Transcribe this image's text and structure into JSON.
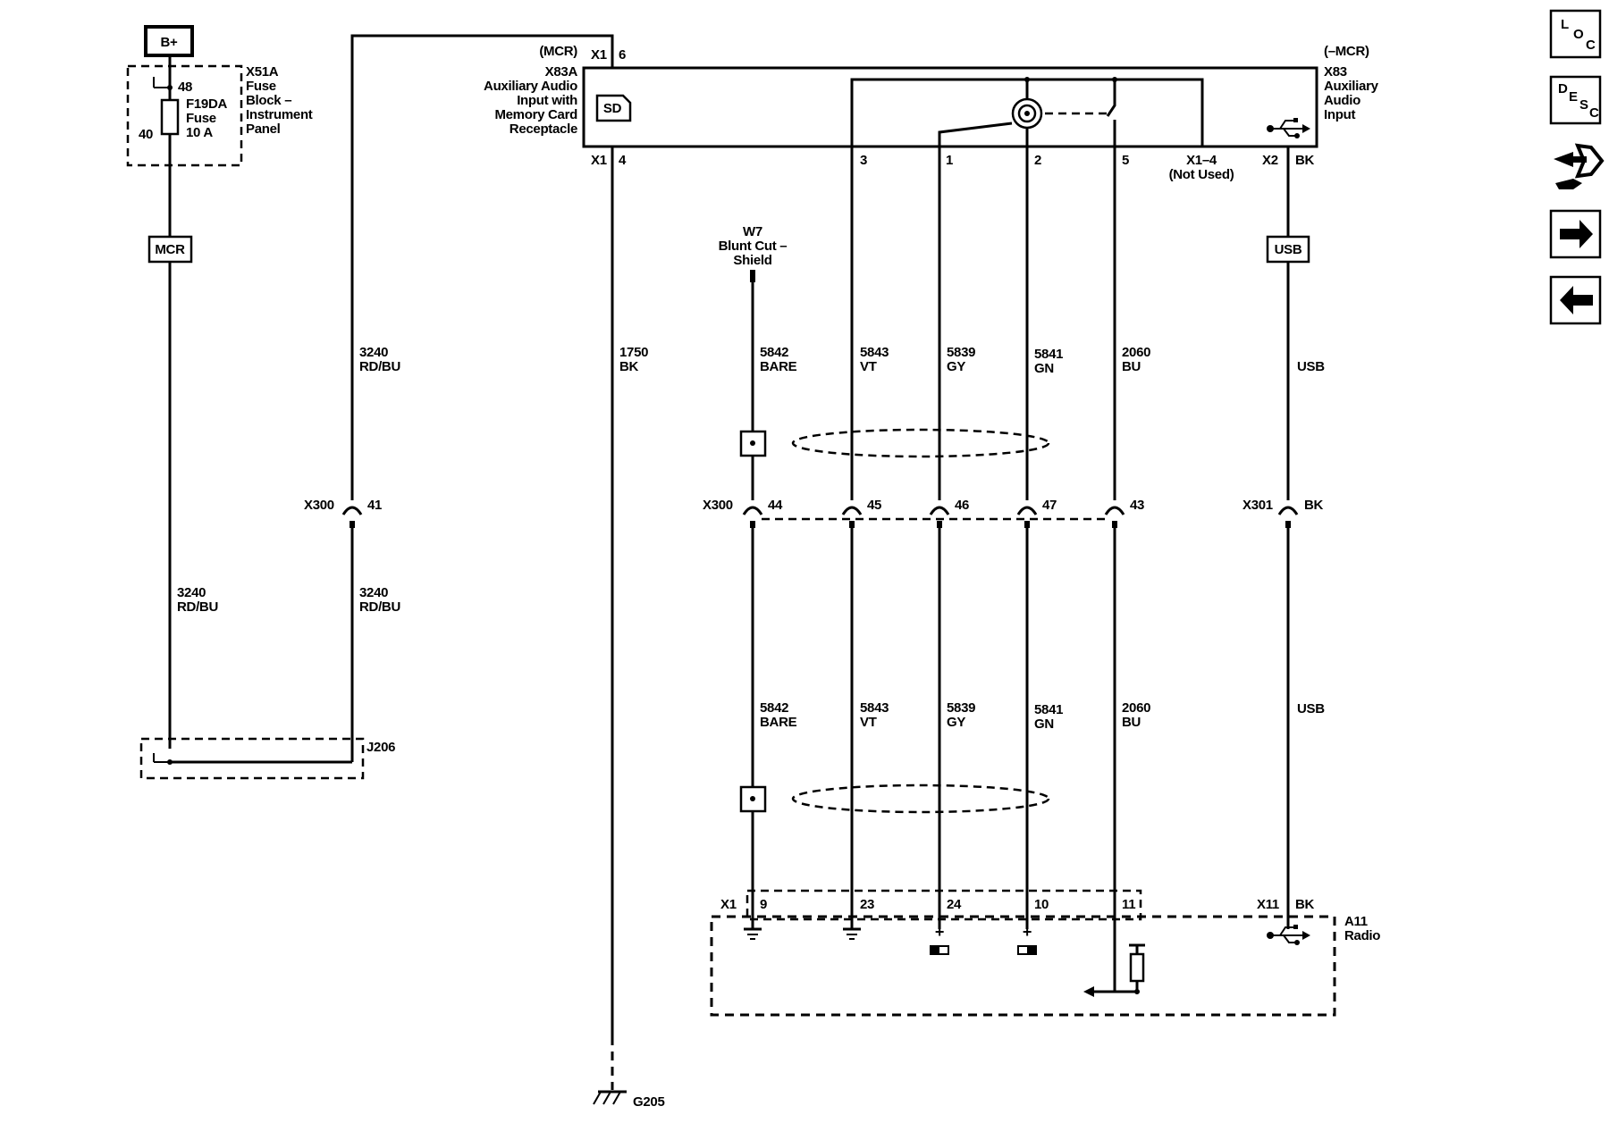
{
  "left": {
    "battery": "B+",
    "fuse_block": [
      "X51A",
      "Fuse",
      "Block –",
      "Instrument",
      "Panel"
    ],
    "fuse_pin_top": "48",
    "fuse_pin_left": "40",
    "fuse_name": [
      "F19DA",
      "Fuse",
      "10 A"
    ],
    "mcr_tag": "MCR",
    "wire_a": [
      "3240",
      "RD/BU"
    ],
    "splice": "J206"
  },
  "mid": {
    "wire_upper": [
      "3240",
      "RD/BU"
    ],
    "wire_lower": [
      "3240",
      "RD/BU"
    ],
    "x300": "X300",
    "pin41": "41",
    "x83a_tag": "(MCR)",
    "x1_top": "X1",
    "pin6": "6",
    "x83a_desc": [
      "X83A",
      "Auxiliary Audio",
      "Input with",
      "Memory Card",
      "Receptacle"
    ],
    "sd": "SD",
    "x1_bot": "X1",
    "pin4": "4",
    "gnd_wire": [
      "1750",
      "BK"
    ],
    "ground": "G205"
  },
  "x83": {
    "tag": "(–MCR)",
    "desc": [
      "X83",
      "Auxiliary",
      "Audio",
      "Input"
    ],
    "pins": [
      "3",
      "1",
      "2",
      "5"
    ],
    "unused": [
      "X1–4",
      "(Not Used)"
    ],
    "x2": "X2",
    "x2_color": "BK"
  },
  "shield": {
    "desc": [
      "W7",
      "Blunt Cut –",
      "Shield"
    ]
  },
  "wires_upper": [
    [
      "5842",
      "BARE"
    ],
    [
      "5843",
      "VT"
    ],
    [
      "5839",
      "GY"
    ],
    [
      "5841",
      "GN"
    ],
    [
      "2060",
      "BU"
    ]
  ],
  "wires_lower": [
    [
      "5842",
      "BARE"
    ],
    [
      "5843",
      "VT"
    ],
    [
      "5839",
      "GY"
    ],
    [
      "5841",
      "GN"
    ],
    [
      "2060",
      "BU"
    ]
  ],
  "x300b": {
    "label": "X300",
    "pins": [
      "44",
      "45",
      "46",
      "47",
      "43"
    ]
  },
  "usb": {
    "tag": "USB",
    "wire_upper": "USB",
    "wire_lower": "USB",
    "x301": "X301",
    "x301_color": "BK"
  },
  "radio": {
    "x1": "X1",
    "pins": [
      "9",
      "23",
      "24",
      "10",
      "11"
    ],
    "x11": "X11",
    "x11_color": "BK",
    "desc": [
      "A11",
      "Radio"
    ],
    "plus": "+"
  },
  "nav": {
    "loc": [
      "L",
      "O",
      "C"
    ],
    "desc": [
      "D",
      "E",
      "S",
      "C"
    ]
  }
}
